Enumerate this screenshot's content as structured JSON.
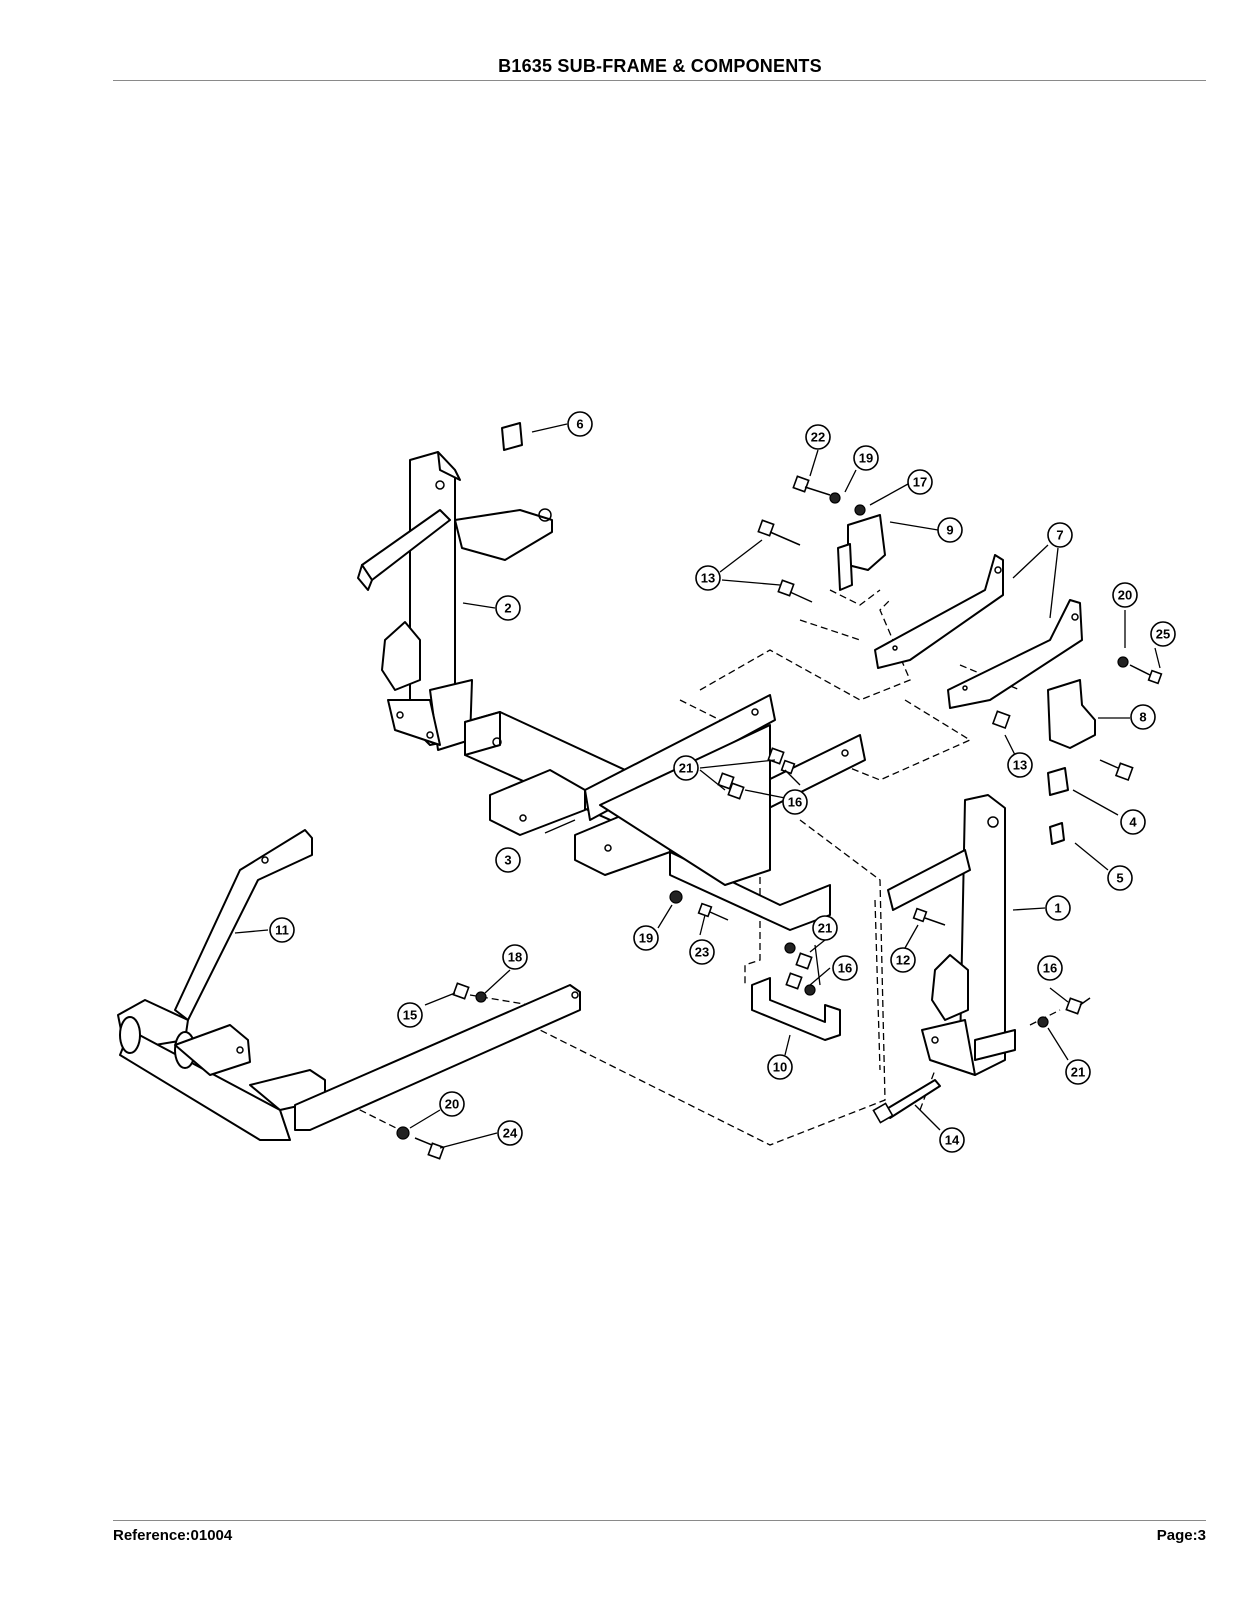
{
  "header": {
    "title": "B1635 SUB-FRAME & COMPONENTS"
  },
  "footer": {
    "reference": "Reference:01004",
    "page": "Page:3"
  },
  "callouts": {
    "c1": "1",
    "c2": "2",
    "c3": "3",
    "c4": "4",
    "c5": "5",
    "c6": "6",
    "c7": "7",
    "c8": "8",
    "c9": "9",
    "c10": "10",
    "c11": "11",
    "c12": "12",
    "c13": "13",
    "c14": "14",
    "c15": "15",
    "c16": "16",
    "c17": "17",
    "c18": "18",
    "c19": "19",
    "c20": "20",
    "c21": "21",
    "c22": "22",
    "c23": "23",
    "c24": "24",
    "c25": "25"
  }
}
